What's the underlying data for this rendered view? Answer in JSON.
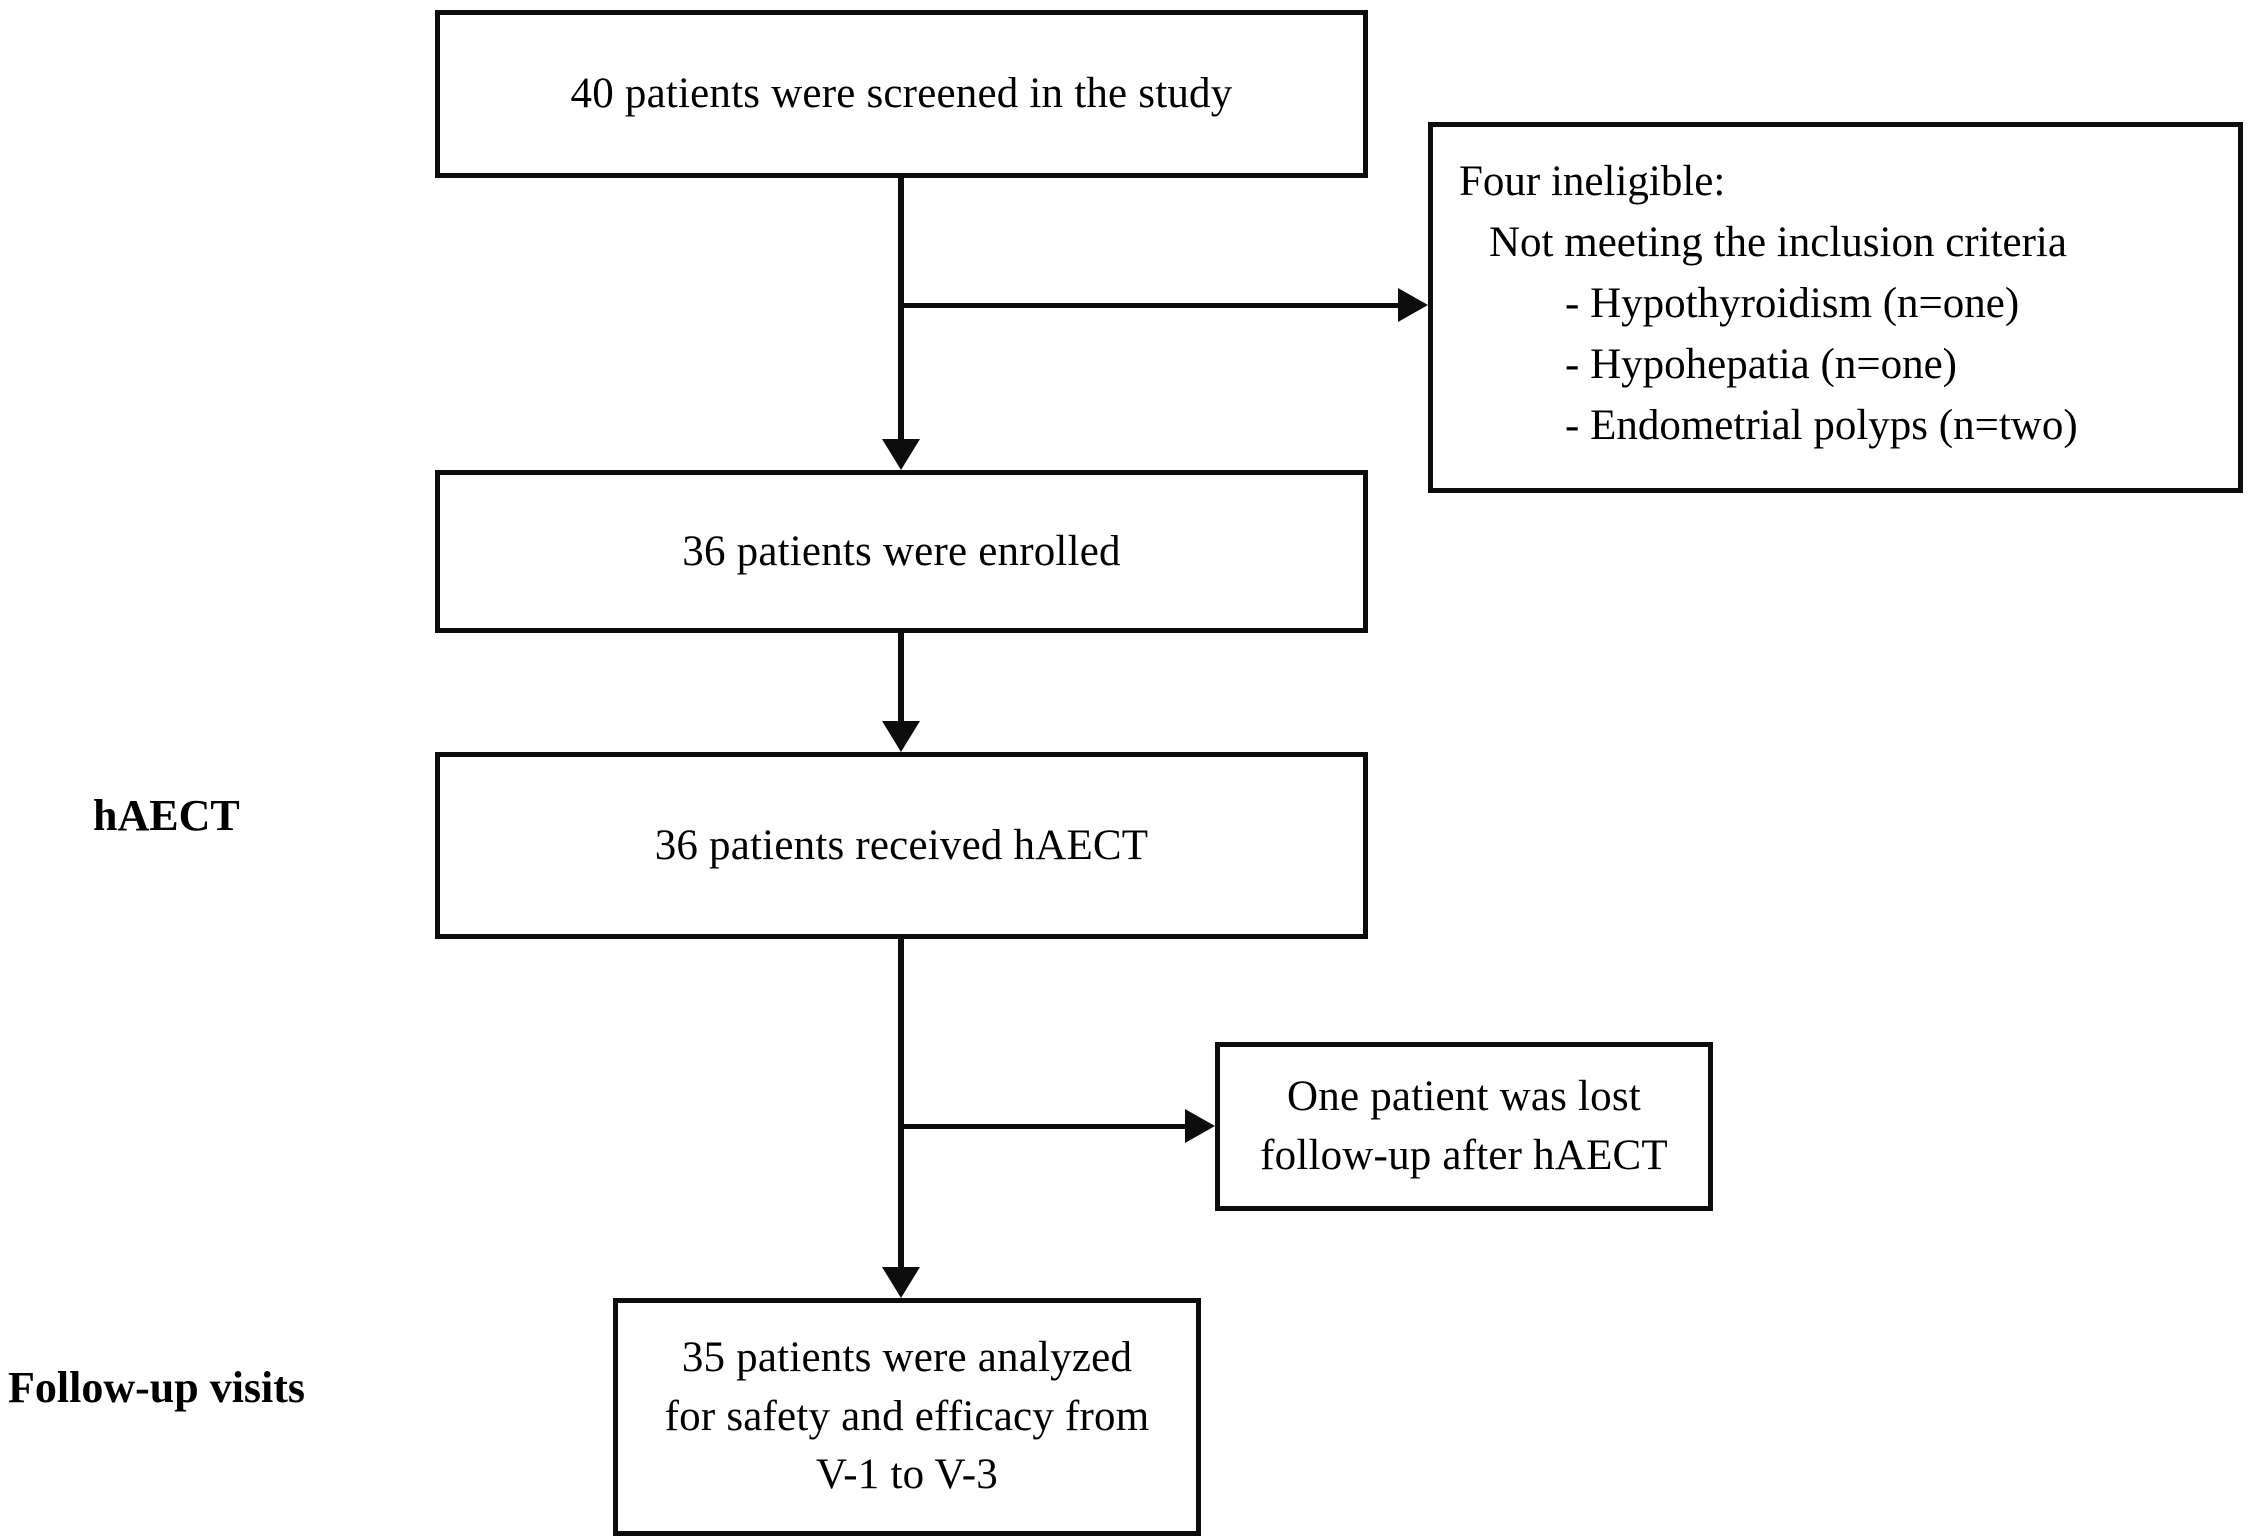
{
  "diagram": {
    "type": "consort-flowchart",
    "title": "Patient enrollment and follow-up flow diagram",
    "colors": {
      "line": "#0d0d0d",
      "box_border": "#0d0d0d",
      "background": "#ffffff",
      "text": "#000000"
    },
    "stage_labels": [
      {
        "id": "haect",
        "text": "hAECT"
      },
      {
        "id": "followup",
        "text": "Follow-up visits"
      }
    ],
    "nodes": {
      "screened": {
        "id": "screened",
        "text": "40 patients were screened in the study",
        "count": 40
      },
      "enrolled": {
        "id": "enrolled",
        "text": "36 patients were enrolled",
        "count": 36
      },
      "received": {
        "id": "received",
        "text": "36 patients received hAECT",
        "count": 36
      },
      "analyzed": {
        "id": "analyzed",
        "count": 35,
        "line1": "35 patients were analyzed",
        "line2": "for safety and efficacy from",
        "line3": "V-1 to V-3"
      },
      "ineligible": {
        "id": "ineligible",
        "heading": "Four  ineligible:",
        "subheading": "Not meeting the inclusion criteria",
        "items": [
          "- Hypothyroidism (n=one)",
          "- Hypohepatia (n=one)",
          "- Endometrial polyps (n=two)"
        ]
      },
      "lost_followup": {
        "id": "lost-followup",
        "line1": "One patient was lost",
        "line2": "follow-up after hAECT",
        "count": 1
      }
    },
    "edges": [
      {
        "id": "screened-to-enrolled",
        "from": "screened",
        "to": "enrolled",
        "direction": "down"
      },
      {
        "id": "screened-to-ineligible",
        "from": "screened",
        "to": "ineligible",
        "direction": "right"
      },
      {
        "id": "enrolled-to-received",
        "from": "enrolled",
        "to": "received",
        "direction": "down"
      },
      {
        "id": "received-to-analyzed",
        "from": "received",
        "to": "analyzed",
        "direction": "down"
      },
      {
        "id": "received-to-lost",
        "from": "received",
        "to": "lost_followup",
        "direction": "right"
      }
    ]
  }
}
